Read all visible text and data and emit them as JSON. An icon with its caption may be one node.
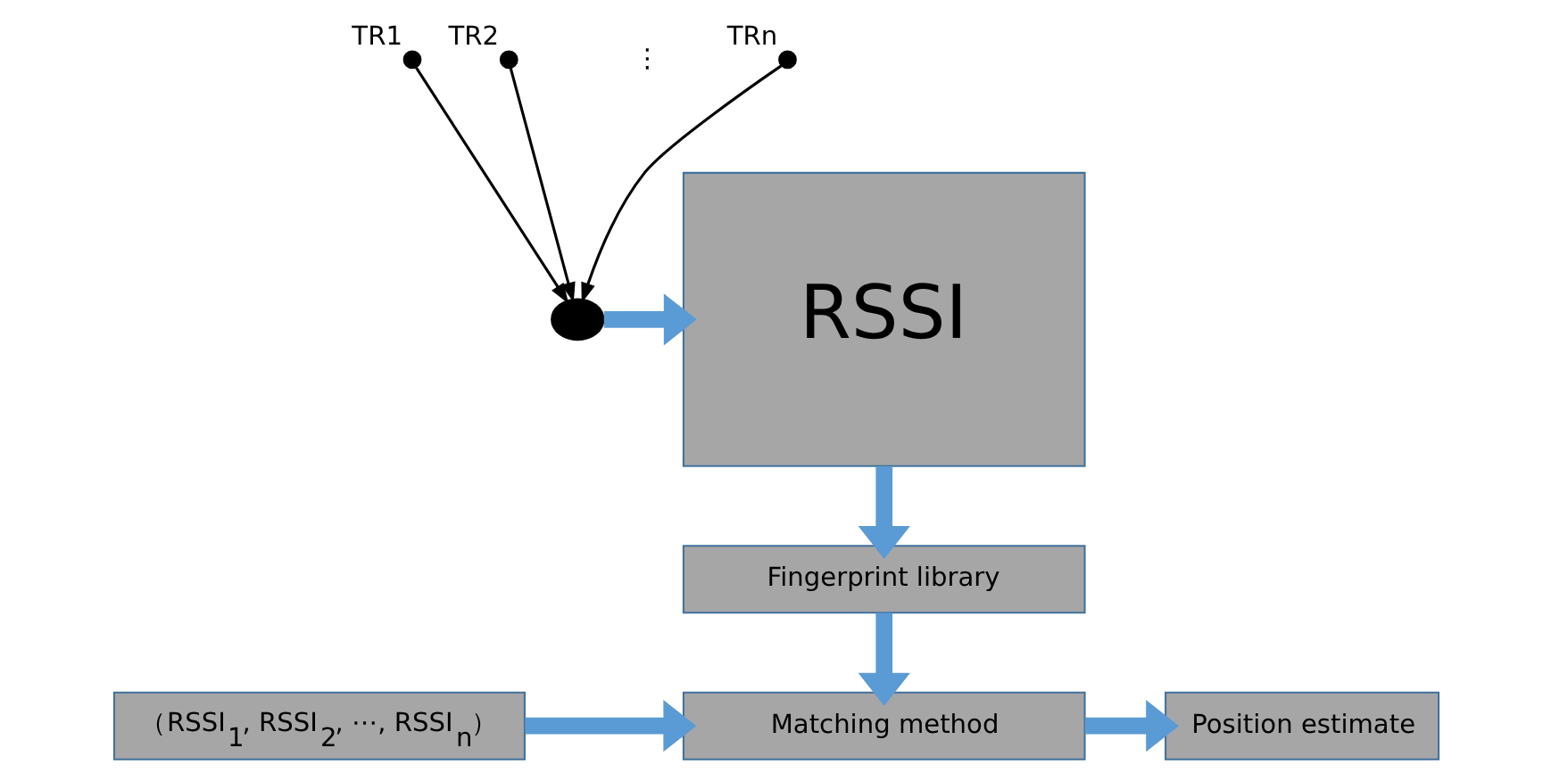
{
  "diagram": {
    "nodes": [
      {
        "text": [],
        "shape": "circle",
        "beside": [
          "TR1"
        ]
      },
      {
        "text": [],
        "shape": "circle",
        "beside": [
          "TR2"
        ]
      },
      {
        "text": [],
        "shape": "circle",
        "beside": [
          "TRn"
        ]
      },
      {
        "text": [],
        "shape": "circle"
      },
      {
        "text": [
          "RSSI"
        ]
      },
      {
        "text": [
          "Fingerprint library"
        ]
      },
      {
        "text": [
          "（RSSI$_{1}$, RSSI$_{2}$, ⋯, RSSI$_{n}$）"
        ]
      },
      {
        "text": [
          "Matching method"
        ]
      },
      {
        "text": [
          "Position estimate"
        ]
      }
    ],
    "edges": [
      {
        "from": 0,
        "to": 3,
        "arrow": "to",
        "color": "#000000"
      },
      {
        "from": 1,
        "to": 3,
        "arrow": "to",
        "color": "#000000"
      },
      {
        "from": 2,
        "to": 3,
        "arrow": "to",
        "color": "#000000"
      },
      {
        "from": 3,
        "to": 4,
        "arrow": "to"
      },
      {
        "from": 4,
        "to": 5,
        "arrow": "to"
      },
      {
        "from": 5,
        "to": 7,
        "arrow": "to"
      },
      {
        "from": 6,
        "to": 7,
        "arrow": "to"
      },
      {
        "from": 7,
        "to": 8,
        "arrow": "to"
      }
    ],
    "labels": [
      "⋮"
    ]
  }
}
